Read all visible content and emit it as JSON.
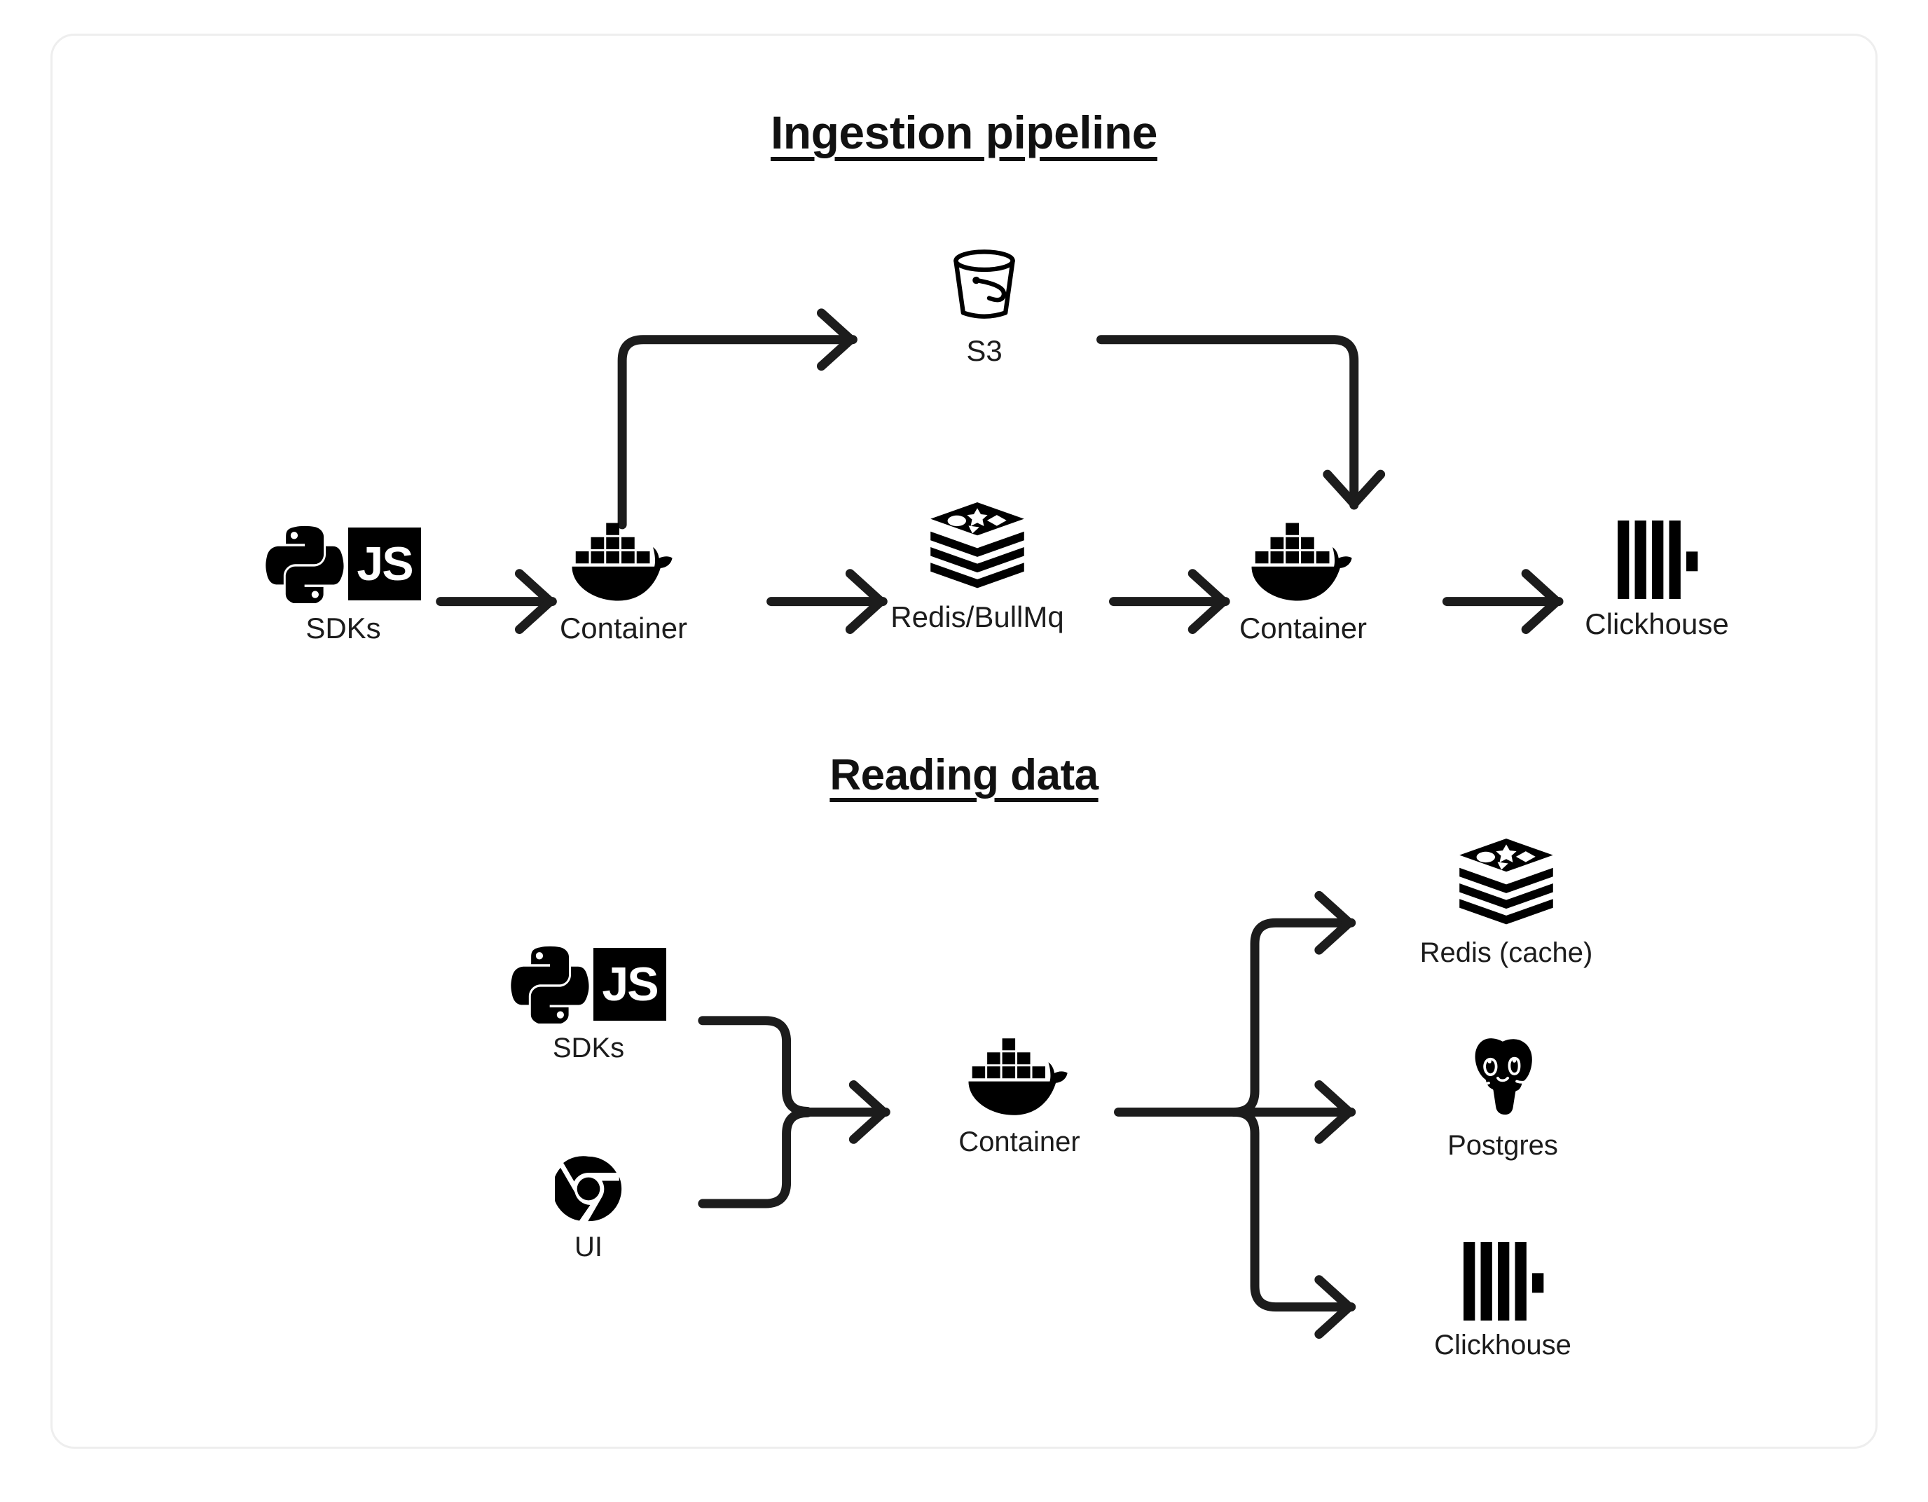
{
  "card": {
    "border_color": "#eeeeee",
    "background": "#ffffff",
    "ink_color": "#111111"
  },
  "sections": [
    {
      "id": "ingestion",
      "title": "Ingestion pipeline",
      "nodes": [
        {
          "id": "sdks-1",
          "label": "SDKs",
          "icon": "python-js-sdk-icon"
        },
        {
          "id": "container-1",
          "label": "Container",
          "icon": "docker-whale-icon"
        },
        {
          "id": "redis-1",
          "label": "Redis/BullMq",
          "icon": "redis-stack-icon"
        },
        {
          "id": "container-2",
          "label": "Container",
          "icon": "docker-whale-icon"
        },
        {
          "id": "clickhouse-1",
          "label": "Clickhouse",
          "icon": "clickhouse-bars-icon"
        },
        {
          "id": "s3",
          "label": "S3",
          "icon": "s3-bucket-icon"
        }
      ],
      "edges": [
        {
          "from": "sdks-1",
          "to": "container-1",
          "style": "straight-arrow"
        },
        {
          "from": "container-1",
          "to": "s3",
          "style": "elbow-up-right-arrow"
        },
        {
          "from": "container-1",
          "to": "redis-1",
          "style": "straight-arrow"
        },
        {
          "from": "s3",
          "to": "container-2",
          "style": "elbow-right-down-arrow"
        },
        {
          "from": "redis-1",
          "to": "container-2",
          "style": "straight-arrow"
        },
        {
          "from": "container-2",
          "to": "clickhouse-1",
          "style": "straight-arrow"
        }
      ]
    },
    {
      "id": "reading",
      "title": "Reading data",
      "nodes": [
        {
          "id": "sdks-2",
          "label": "SDKs",
          "icon": "python-js-sdk-icon"
        },
        {
          "id": "ui",
          "label": "UI",
          "icon": "chrome-icon"
        },
        {
          "id": "container-3",
          "label": "Container",
          "icon": "docker-whale-icon"
        },
        {
          "id": "redis-cache",
          "label": "Redis (cache)",
          "icon": "redis-stack-icon"
        },
        {
          "id": "postgres",
          "label": "Postgres",
          "icon": "postgres-elephant-icon"
        },
        {
          "id": "clickhouse-2",
          "label": "Clickhouse",
          "icon": "clickhouse-bars-icon"
        }
      ],
      "edges": [
        {
          "from": "sdks-2",
          "to": "container-3",
          "style": "merge-arrow"
        },
        {
          "from": "ui",
          "to": "container-3",
          "style": "merge-arrow"
        },
        {
          "from": "container-3",
          "to": "redis-cache",
          "style": "fanout-up-arrow"
        },
        {
          "from": "container-3",
          "to": "postgres",
          "style": "fanout-mid-arrow"
        },
        {
          "from": "container-3",
          "to": "clickhouse-2",
          "style": "fanout-down-arrow"
        }
      ]
    }
  ],
  "icon_text": {
    "js": "JS"
  }
}
